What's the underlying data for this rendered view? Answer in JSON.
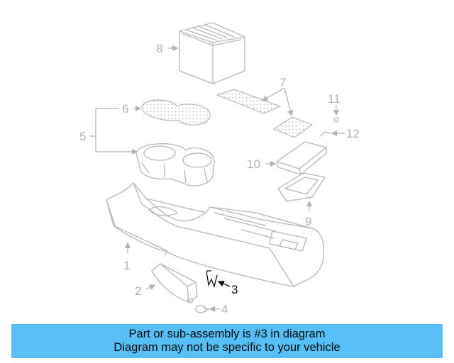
{
  "callouts": {
    "c1": "1",
    "c2": "2",
    "c3": "3",
    "c4": "4",
    "c5": "5",
    "c6": "6",
    "c7": "7",
    "c8": "8",
    "c9": "9",
    "c10": "10",
    "c11": "11",
    "c12": "12"
  },
  "highlighted_part": "3",
  "caption": {
    "line1": "Part or sub-assembly is #3 in diagram",
    "line2": "Diagram may not be specific to your vehicle"
  },
  "colors": {
    "caption_bar": "#56bff7",
    "line_art": "#b8b8b8",
    "highlight": "#111111"
  }
}
